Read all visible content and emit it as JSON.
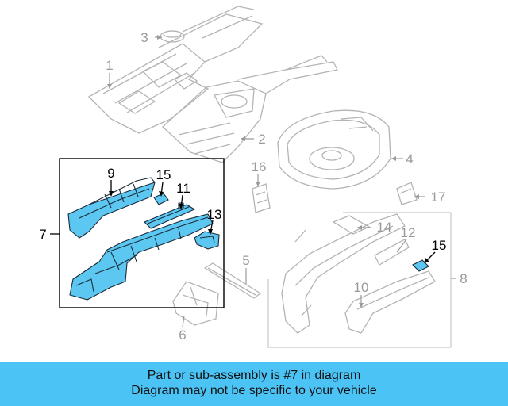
{
  "diagram": {
    "callouts": [
      {
        "id": "1",
        "label": "1",
        "highlighted": false
      },
      {
        "id": "2",
        "label": "2",
        "highlighted": false
      },
      {
        "id": "3",
        "label": "3",
        "highlighted": false
      },
      {
        "id": "4",
        "label": "4",
        "highlighted": false
      },
      {
        "id": "5",
        "label": "5",
        "highlighted": false
      },
      {
        "id": "6",
        "label": "6",
        "highlighted": false
      },
      {
        "id": "7",
        "label": "7",
        "highlighted": true
      },
      {
        "id": "8",
        "label": "8",
        "highlighted": false
      },
      {
        "id": "9",
        "label": "9",
        "highlighted": true
      },
      {
        "id": "10",
        "label": "10",
        "highlighted": false
      },
      {
        "id": "11",
        "label": "11",
        "highlighted": true
      },
      {
        "id": "12",
        "label": "12",
        "highlighted": false
      },
      {
        "id": "13",
        "label": "13",
        "highlighted": true
      },
      {
        "id": "14",
        "label": "14",
        "highlighted": false
      },
      {
        "id": "15a",
        "label": "15",
        "highlighted": true
      },
      {
        "id": "15b",
        "label": "15",
        "highlighted": true
      },
      {
        "id": "16",
        "label": "16",
        "highlighted": false
      },
      {
        "id": "17",
        "label": "17",
        "highlighted": false
      }
    ],
    "colors": {
      "outline": "#b4b4b4",
      "highlight_fill": "#5cc8f2",
      "highlight_stroke": "#1a2a3a",
      "box_dark": "#000000",
      "box_grey": "#c8c8c8"
    }
  },
  "caption": {
    "line1": "Part or sub-assembly is #7 in diagram",
    "line2": "Diagram may not be specific to your vehicle",
    "background": "#4cc3f5"
  }
}
